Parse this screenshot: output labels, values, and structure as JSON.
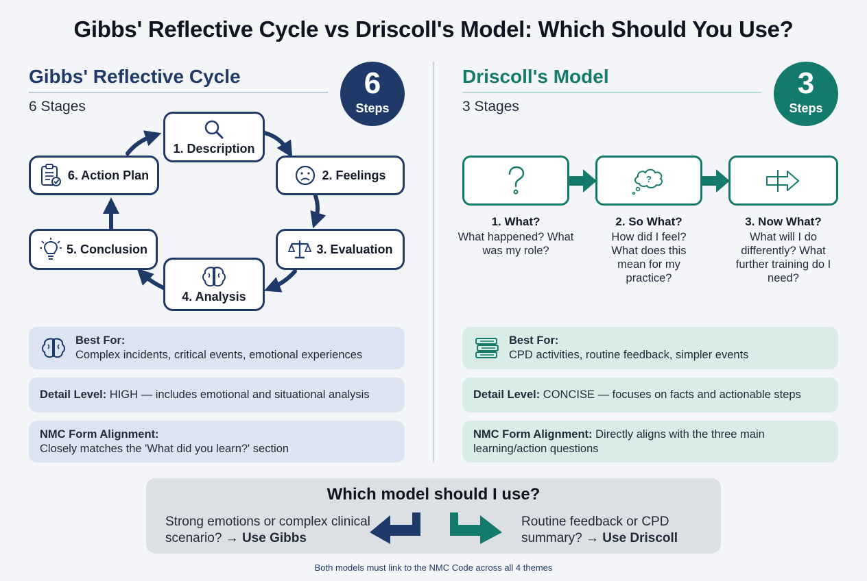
{
  "title": "Gibbs' Reflective Cycle vs Driscoll's Model: Which Should You Use?",
  "gibbs": {
    "name": "Gibbs' Reflective Cycle",
    "subtitle": "6 Stages",
    "badge_number": "6",
    "badge_label": "Steps",
    "stages": [
      {
        "label": "1. Description",
        "icon": "magnifier-icon"
      },
      {
        "label": "2. Feelings",
        "icon": "worried-face-icon"
      },
      {
        "label": "3. Evaluation",
        "icon": "scales-icon"
      },
      {
        "label": "4. Analysis",
        "icon": "brain-icon"
      },
      {
        "label": "5. Conclusion",
        "icon": "lightbulb-icon"
      },
      {
        "label": "6. Action Plan",
        "icon": "clipboard-check-icon"
      }
    ],
    "best_for_label": "Best For:",
    "best_for_text": "Complex incidents, critical events, emotional experiences",
    "detail_label": "Detail Level:",
    "detail_text": " HIGH — includes emotional and situational analysis",
    "nmc_label": "NMC Form Alignment:",
    "nmc_text": "Closely matches the 'What did you learn?' section",
    "color": "#1f3a68"
  },
  "driscoll": {
    "name": "Driscoll's Model",
    "subtitle": "3 Stages",
    "badge_number": "3",
    "badge_label": "Steps",
    "stages": [
      {
        "heading": "1. What?",
        "text": "What happened? What was my role?",
        "icon": "question-mark-icon"
      },
      {
        "heading": "2. So What?",
        "text": "How did I feel? What does this mean for my practice?",
        "icon": "thought-bubble-icon"
      },
      {
        "heading": "3. Now What?",
        "text": "What will I do differently? What further training do I need?",
        "icon": "arrow-right-icon"
      }
    ],
    "best_for_label": "Best For:",
    "best_for_text": "CPD activities, routine feedback, simpler events",
    "detail_label": "Detail Level:",
    "detail_text": " CONCISE — focuses on facts and actionable steps",
    "nmc_label": "NMC Form Alignment:",
    "nmc_text": " Directly aligns with the three main learning/action questions",
    "color": "#137a6c"
  },
  "decision": {
    "title": "Which model should I use?",
    "left_text": "Strong emotions or complex clinical scenario? → ",
    "left_bold": "Use Gibbs",
    "right_text": "Routine feedback or CPD summary? → ",
    "right_bold": "Use Driscoll"
  },
  "footnote": "Both models must link to the NMC Code across all 4 themes"
}
